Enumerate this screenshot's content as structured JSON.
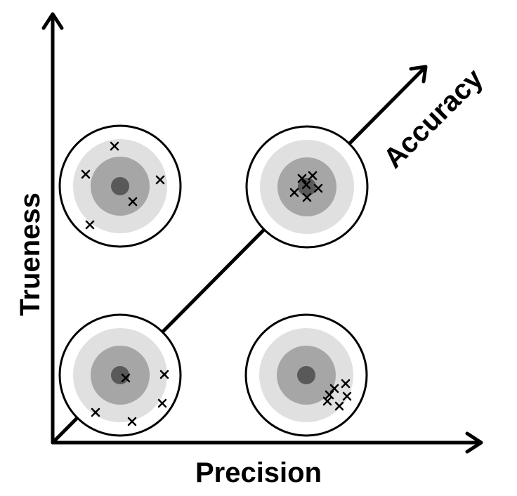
{
  "labels": {
    "x_axis": "Precision",
    "y_axis": "Trueness",
    "diagonal": "Accuracy"
  },
  "colors": {
    "ring_outer": "#ffffff",
    "ring_light": "#e0e0e0",
    "ring_mid": "#a6a6a6",
    "bullseye": "#595959",
    "stroke": "#000000"
  },
  "targets": [
    {
      "id": "low-precision-high-trueness",
      "precision": "low",
      "trueness": "high",
      "hits": 5
    },
    {
      "id": "high-precision-high-trueness",
      "precision": "high",
      "trueness": "high",
      "hits": 6
    },
    {
      "id": "low-precision-low-trueness",
      "precision": "low",
      "trueness": "low",
      "hits": 5
    },
    {
      "id": "high-precision-low-trueness",
      "precision": "high",
      "trueness": "low",
      "hits": 6
    }
  ]
}
